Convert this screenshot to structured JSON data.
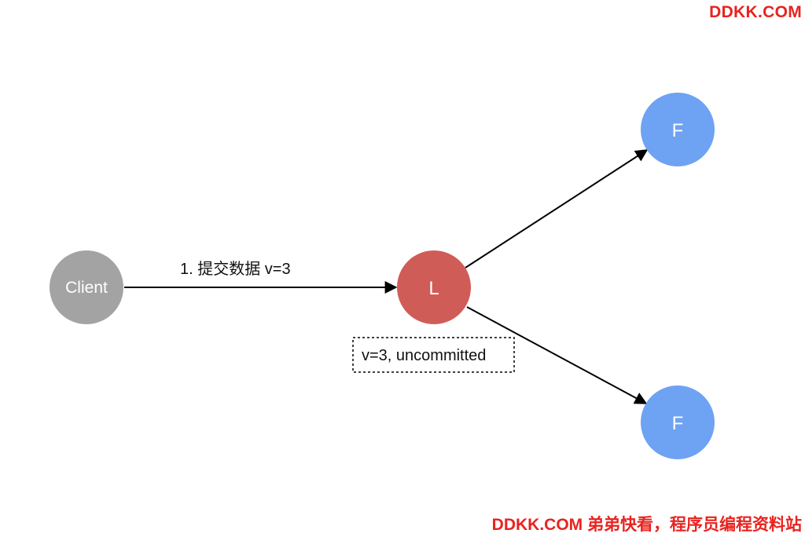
{
  "watermark": {
    "top": "DDKK.COM",
    "bottom": "DDKK.COM 弟弟快看，程序员编程资料站"
  },
  "nodes": {
    "client": {
      "label": "Client",
      "color": "#a3a3a3"
    },
    "leader": {
      "label": "L",
      "color": "#d05c58"
    },
    "follower_top": {
      "label": "F",
      "color": "#6ea2f2"
    },
    "follower_bottom": {
      "label": "F",
      "color": "#6ea2f2"
    }
  },
  "edges": {
    "client_to_leader": {
      "label": "1. 提交数据 v=3"
    }
  },
  "leader_note": {
    "text": "v=3, uncommitted"
  },
  "colors": {
    "edge": "#000000",
    "watermark": "#e8231f"
  }
}
